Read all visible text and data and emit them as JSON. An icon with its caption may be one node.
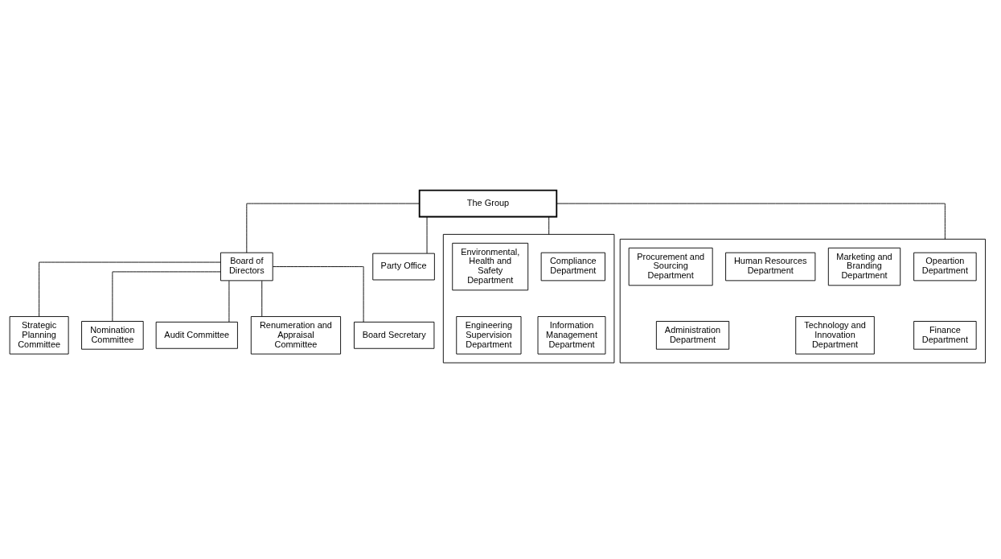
{
  "diagram": {
    "nodes": [
      {
        "text": [
          "The Group"
        ]
      },
      {
        "text": [
          "Board of Directors"
        ]
      },
      {
        "text": [
          "Party Office"
        ]
      },
      {
        "text": [
          "Strategic Planning Committee"
        ]
      },
      {
        "text": [
          "Nomination Committee"
        ]
      },
      {
        "text": [
          "Audit Committee"
        ]
      },
      {
        "text": [
          "Renumeration and Appraisal Committee"
        ]
      },
      {
        "text": [
          "Board Secretary"
        ]
      },
      {
        "text": [],
        "shape": "box"
      },
      {
        "text": [
          "Compliance Department"
        ],
        "in": 8
      },
      {
        "text": [
          "Environmental, Health and Safety Department"
        ],
        "in": 8
      },
      {
        "text": [
          "Information Management Department"
        ],
        "in": 8
      },
      {
        "text": [
          "Engineering Supervision Department"
        ],
        "in": 8
      },
      {
        "text": [],
        "shape": "box"
      },
      {
        "text": [
          "Opeartion Department"
        ],
        "in": 13
      },
      {
        "text": [
          "Marketing and Branding Department"
        ],
        "in": 13
      },
      {
        "text": [
          "Human Resources Department"
        ],
        "in": 13
      },
      {
        "text": [
          "Procurement and Sourcing Department"
        ],
        "in": 13
      },
      {
        "text": [
          "Finance Department"
        ],
        "in": 13
      },
      {
        "text": [
          "Technology and Innovation Department"
        ],
        "in": 13
      },
      {
        "text": [
          "Administration Department"
        ],
        "in": 13
      }
    ],
    "edges": [
      {
        "from": 0,
        "to": 1,
        "arrow": "none"
      },
      {
        "from": 0,
        "to": 2,
        "arrow": "none"
      },
      {
        "from": 0,
        "to": 8,
        "arrow": "none"
      },
      {
        "from": 0,
        "to": 13,
        "arrow": "none"
      },
      {
        "from": 1,
        "to": 3,
        "arrow": "none"
      },
      {
        "from": 1,
        "to": 4,
        "arrow": "none"
      },
      {
        "from": 1,
        "to": 5,
        "arrow": "none"
      },
      {
        "from": 1,
        "to": 6,
        "arrow": "none"
      },
      {
        "from": 1,
        "to": 7,
        "arrow": "none"
      }
    ]
  }
}
